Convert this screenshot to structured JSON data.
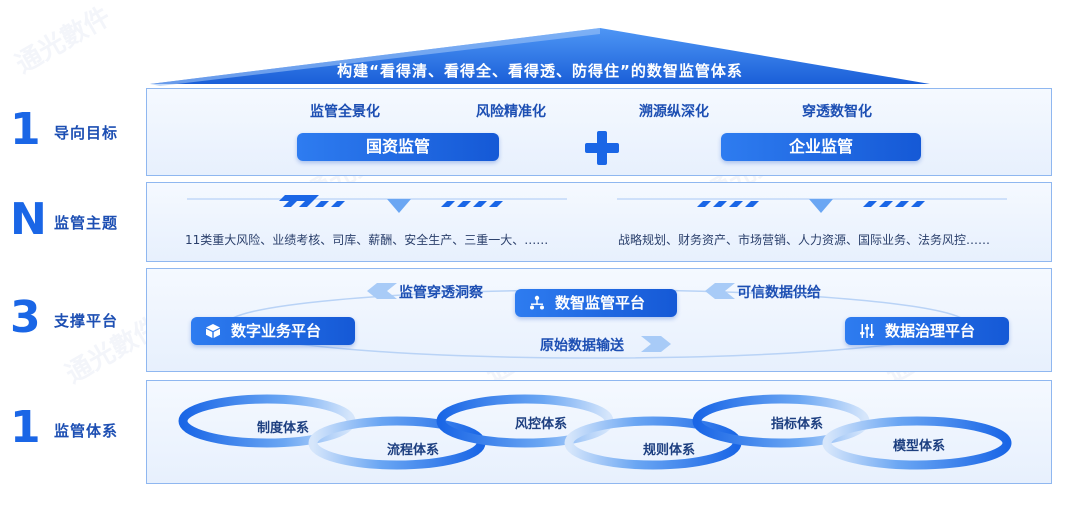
{
  "header": {
    "title": "构建“看得清、看得全、看得透、防得住”的数智监管体系"
  },
  "watermark": "通光數件",
  "rows": [
    {
      "num": "1",
      "label": "导向目标"
    },
    {
      "num": "N",
      "label": "监管主题"
    },
    {
      "num": "3",
      "label": "支撑平台"
    },
    {
      "num": "1",
      "label": "监管体系"
    }
  ],
  "goals": {
    "keywords": [
      "监管全景化",
      "风险精准化",
      "溯源纵深化",
      "穿透数智化"
    ],
    "left_pill": "国资监管",
    "plus_icon": "plus-icon",
    "right_pill": "企业监管"
  },
  "themes": {
    "left_text": "11类重大风险、业绩考核、司库、薪酬、安全生产、三重一大、……",
    "right_text": "战略规划、财务资产、市场营销、人力资源、国际业务、法务风控……"
  },
  "platforms": {
    "center": "数智监管平台",
    "left": "数字业务平台",
    "right": "数据治理平台",
    "flow_top_left": "监管穿透洞察",
    "flow_top_right": "可信数据供给",
    "flow_bottom": "原始数据输送",
    "icons": {
      "center": "org-chart-icon",
      "left": "cube-icon",
      "right": "sliders-icon"
    }
  },
  "system": {
    "items": [
      "制度体系",
      "流程体系",
      "风控体系",
      "规则体系",
      "指标体系",
      "模型体系"
    ]
  },
  "colors": {
    "primary": "#1a66e6",
    "dark": "#1d4fb3",
    "panel_border": "#8fb7f0"
  }
}
